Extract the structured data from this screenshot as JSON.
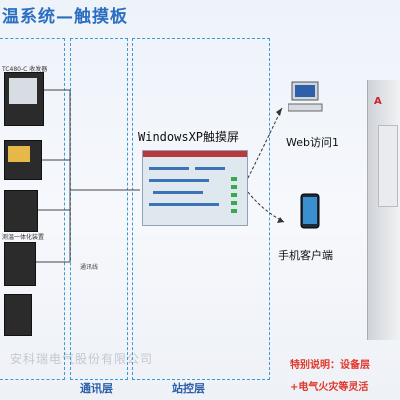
{
  "title": "温系统—触摸板",
  "devices": {
    "label_1": "TC480-C 收发器",
    "label_2": "测温一体化装置",
    "mid_label": "通讯线"
  },
  "station": {
    "screen_title": "WindowsXP触摸屏"
  },
  "clients": {
    "web": "Web访问1",
    "mobile": "手机客户端"
  },
  "layers": {
    "comm": "通讯层",
    "station": "站控层"
  },
  "notice": {
    "line1": "特别说明：设备层",
    "line2": "+电气火灾等灵活"
  },
  "watermark": "安科瑞电气股份有限公司",
  "cabinet_logo": "A",
  "colors": {
    "title": "#2c6fc2",
    "dashed": "#3a9bd6",
    "notice": "#e0362b",
    "layer": "#2a5ea8"
  },
  "icons": [
    "computer-icon",
    "mobile-phone-icon",
    "touchscreen-icon",
    "device-icon"
  ]
}
